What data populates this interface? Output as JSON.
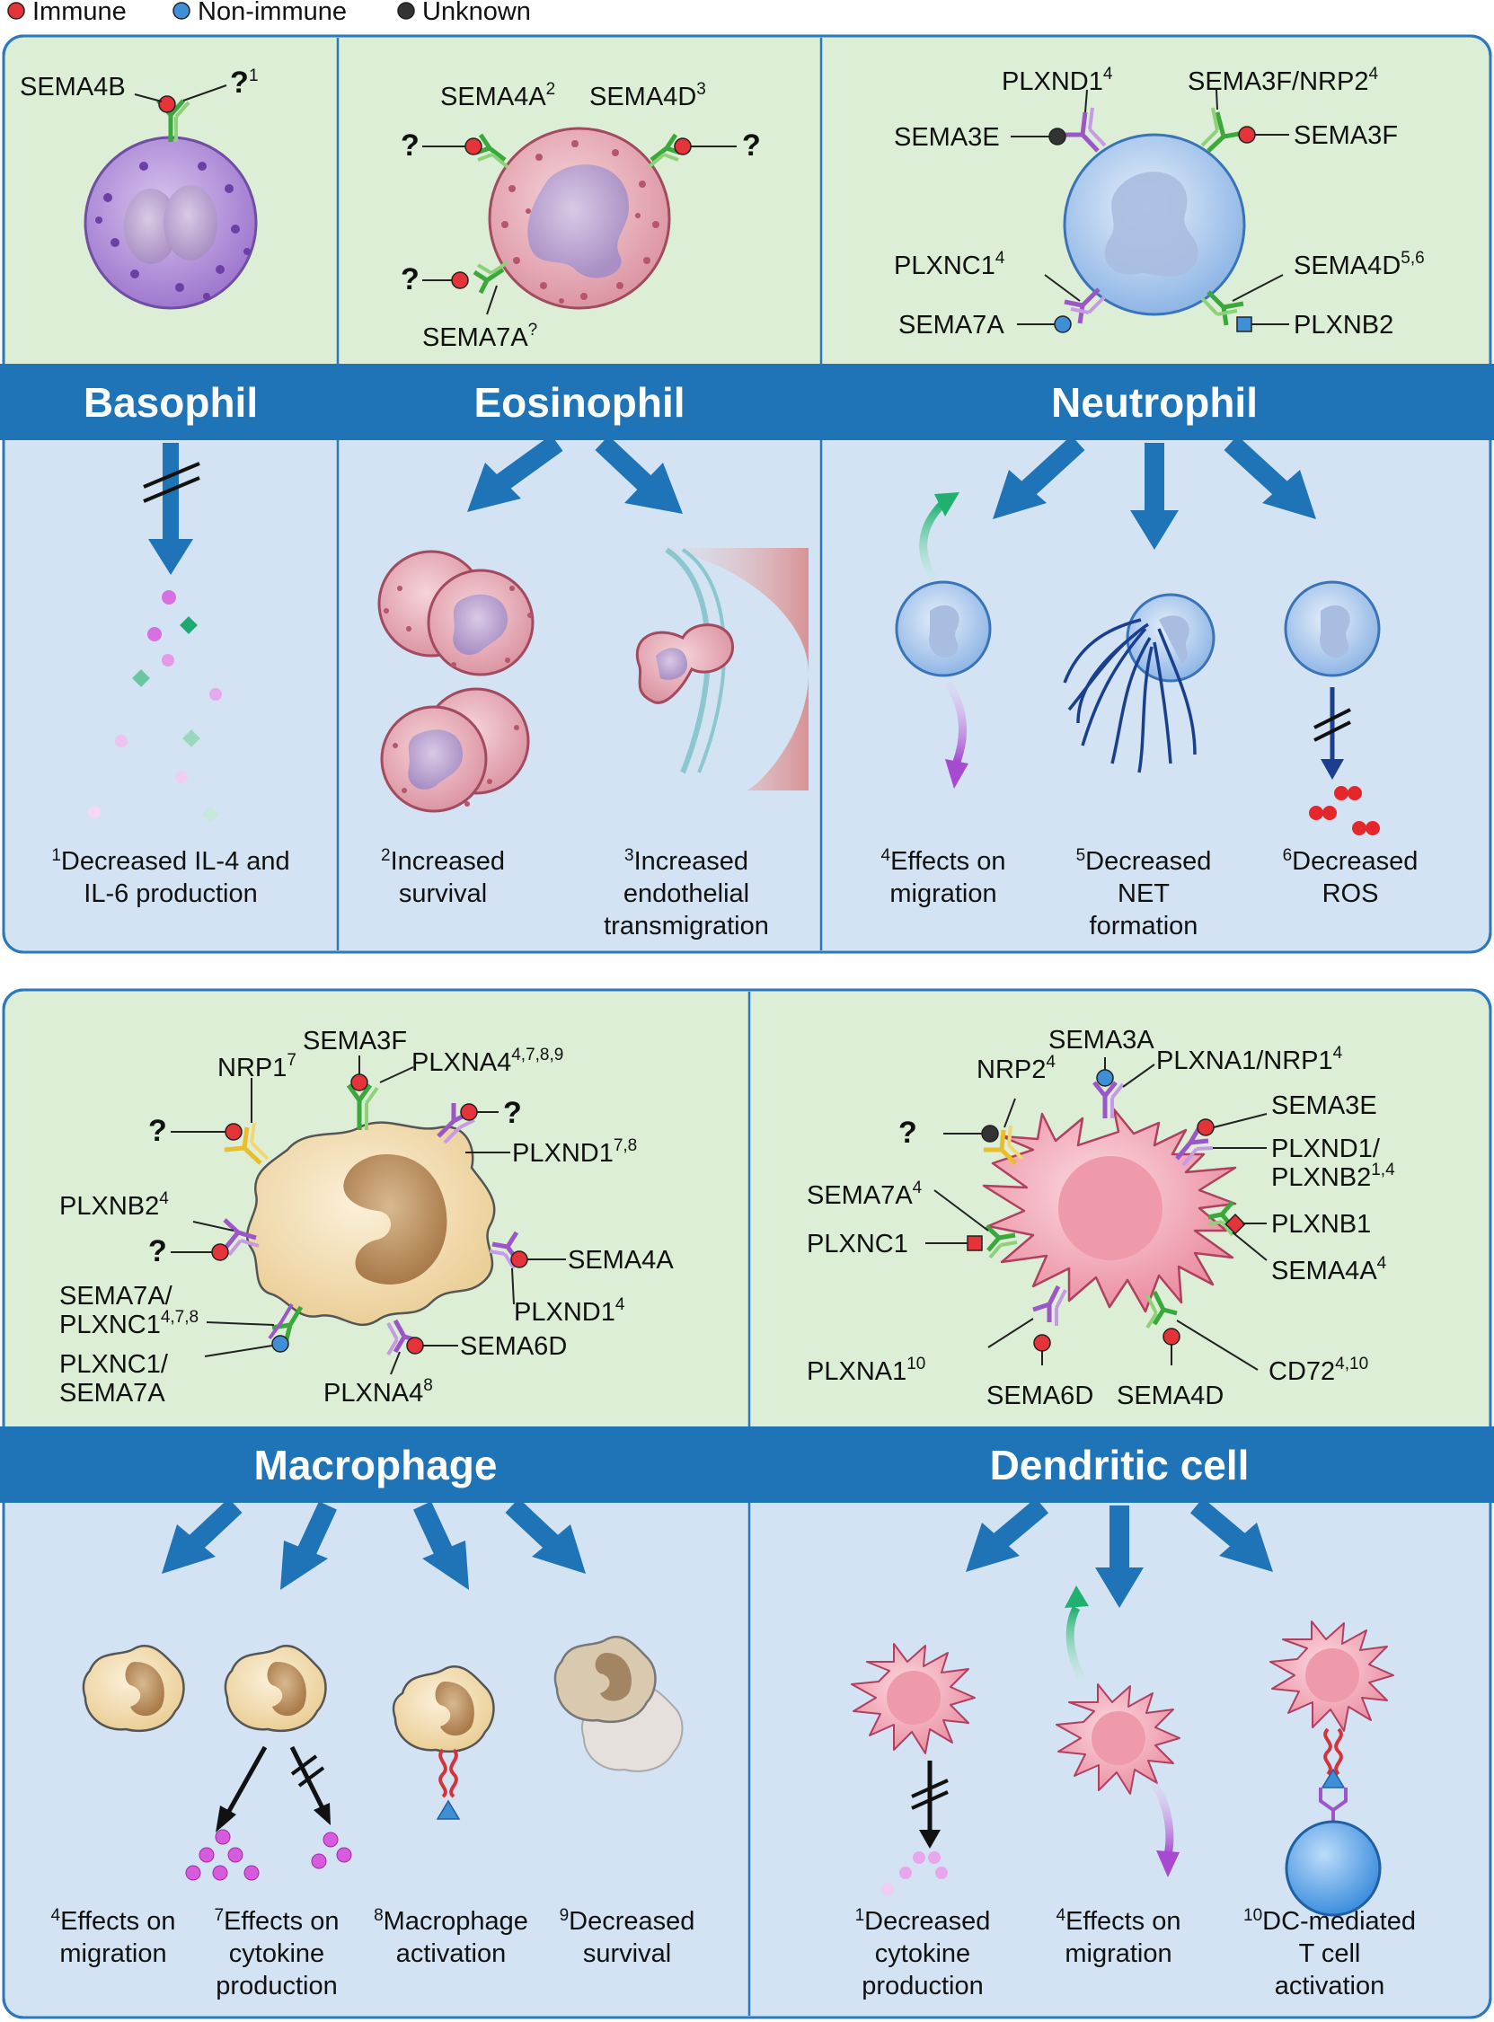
{
  "legend": [
    {
      "label": "Immune",
      "color": "#e5333a"
    },
    {
      "label": "Non-immune",
      "color": "#3f8fd6"
    },
    {
      "label": "Unknown",
      "color": "#333333"
    }
  ],
  "colors": {
    "panel_top": "#dcefd6",
    "panel_bottom": "#d3e3f3",
    "band": "#1f73b7",
    "arrow": "#1f73b7",
    "border": "#2a78bd"
  },
  "cells": {
    "basophil": {
      "title": "Basophil",
      "labels": {
        "sema4b": "SEMA4B",
        "q1": "?",
        "q1_sup": "1"
      },
      "effects": {
        "e1_sup": "1",
        "e1_line1": "Decreased IL-4 and",
        "e1_line2": "IL-6 production"
      }
    },
    "eosinophil": {
      "title": "Eosinophil",
      "labels": {
        "sema4a": "SEMA4A",
        "sema4a_sup": "2",
        "sema4d": "SEMA4D",
        "sema4d_sup": "3",
        "sema7a": "SEMA7A",
        "sema7a_sup": "?",
        "q_left": "?",
        "q_right": "?",
        "q_bottom": "?"
      },
      "effects": {
        "e2_sup": "2",
        "e2_line1": "Increased",
        "e2_line2": "survival",
        "e3_sup": "3",
        "e3_line1": "Increased",
        "e3_line2": "endothelial",
        "e3_line3": "transmigration"
      }
    },
    "neutrophil": {
      "title": "Neutrophil",
      "labels": {
        "plxnd1": "PLXND1",
        "plxnd1_sup": "4",
        "sema3fnrp2": "SEMA3F/NRP2",
        "sema3fnrp2_sup": "4",
        "sema3e": "SEMA3E",
        "sema3f": "SEMA3F",
        "plxnc1": "PLXNC1",
        "plxnc1_sup": "4",
        "sema4d": "SEMA4D",
        "sema4d_sup": "5,6",
        "sema7a": "SEMA7A",
        "plxnb2": "PLXNB2"
      },
      "effects": {
        "e4_sup": "4",
        "e4_line1": "Effects on",
        "e4_line2": "migration",
        "e5_sup": "5",
        "e5_line1": "Decreased",
        "e5_line2": "NET",
        "e5_line3": "formation",
        "e6_sup": "6",
        "e6_line1": "Decreased",
        "e6_line2": "ROS"
      }
    },
    "macrophage": {
      "title": "Macrophage",
      "labels": {
        "sema3f": "SEMA3F",
        "nrp1": "NRP1",
        "nrp1_sup": "7",
        "plxna4top": "PLXNA4",
        "plxna4top_sup": "4,7,8,9",
        "q_a": "?",
        "q_b": "?",
        "q_c": "?",
        "plxnd1a": "PLXND1",
        "plxnd1a_sup": "7,8",
        "plxnb2": "PLXNB2",
        "plxnb2_sup": "4",
        "sema4a": "SEMA4A",
        "plxnd1b": "PLXND1",
        "plxnd1b_sup": "4",
        "sema7aplxnc1_l1": "SEMA7A/",
        "sema7aplxnc1_l2": "PLXNC1",
        "sema7aplxnc1_sup": "4,7,8",
        "sema6d": "SEMA6D",
        "plxnc1sema7a_l1": "PLXNC1/",
        "plxnc1sema7a_l2": "SEMA7A",
        "plxna4bot": "PLXNA4",
        "plxna4bot_sup": "8"
      },
      "effects": {
        "m4_sup": "4",
        "m4_line1": "Effects on",
        "m4_line2": "migration",
        "m7_sup": "7",
        "m7_line1": "Effects on",
        "m7_line2": "cytokine",
        "m7_line3": "production",
        "m8_sup": "8",
        "m8_line1": "Macrophage",
        "m8_line2": "activation",
        "m9_sup": "9",
        "m9_line1": "Decreased",
        "m9_line2": "survival"
      }
    },
    "dendritic": {
      "title": "Dendritic cell",
      "labels": {
        "sema3a": "SEMA3A",
        "nrp2": "NRP2",
        "nrp2_sup": "4",
        "plxna1nrp1": "PLXNA1/NRP1",
        "plxna1nrp1_sup": "4",
        "q": "?",
        "sema3e": "SEMA3E",
        "plxnd1_l1": "PLXND1/",
        "plxnd1_l2": "PLXNB2",
        "plxnd1_sup": "1,4",
        "sema7a": "SEMA7A",
        "sema7a_sup": "4",
        "plxnb1": "PLXNB1",
        "plxnc1": "PLXNC1",
        "sema4a": "SEMA4A",
        "sema4a_sup": "4",
        "plxna1": "PLXNA1",
        "plxna1_sup": "10",
        "cd72": "CD72",
        "cd72_sup": "4,10",
        "sema6d": "SEMA6D",
        "sema4d": "SEMA4D"
      },
      "effects": {
        "d1_sup": "1",
        "d1_line1": "Decreased",
        "d1_line2": "cytokine",
        "d1_line3": "production",
        "d4_sup": "4",
        "d4_line1": "Effects on",
        "d4_line2": "migration",
        "d10_sup": "10",
        "d10_line1": "DC-mediated",
        "d10_line2": "T cell",
        "d10_line3": "activation"
      }
    }
  }
}
